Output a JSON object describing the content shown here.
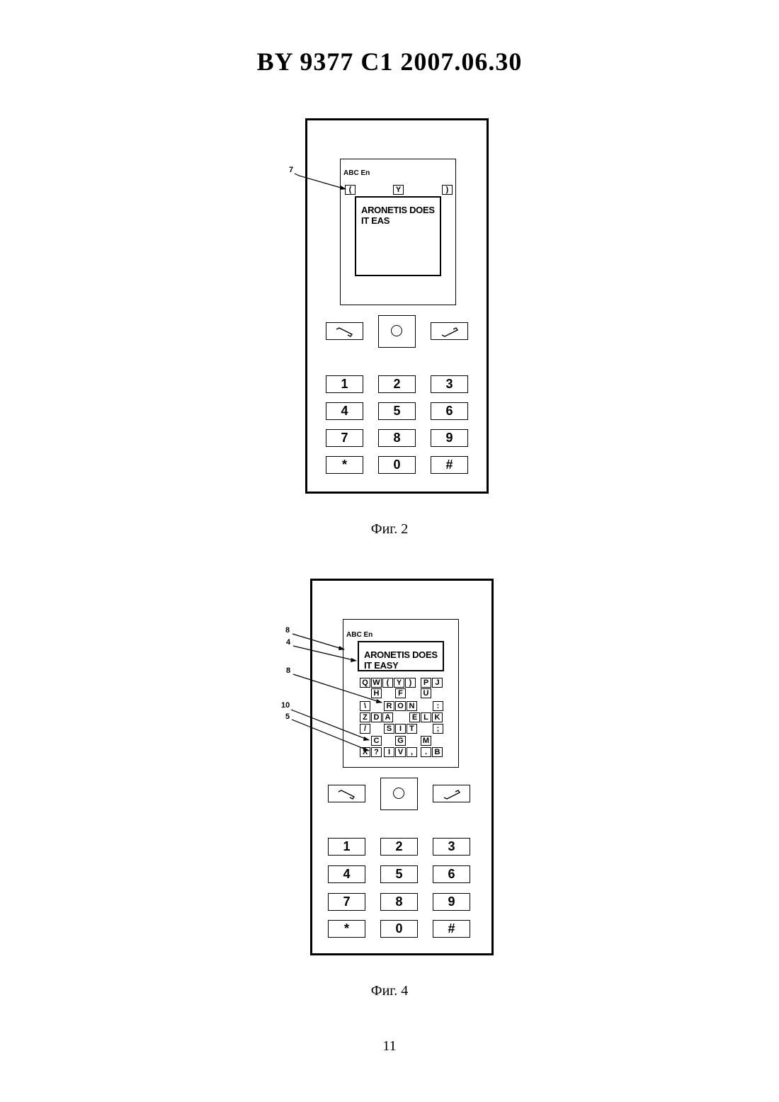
{
  "header": {
    "title": "BY  9377  C1  2007.06.30"
  },
  "fig2": {
    "caption": "Фиг. 2",
    "mode": "ABC  En",
    "ref_labels": {
      "r7": "7"
    },
    "cursor_row": {
      "left": "(",
      "mid": "Y",
      "right": ")"
    },
    "text_lines": [
      "ARONETIS DOES",
      "IT EAS"
    ],
    "keys": [
      "1",
      "2",
      "3",
      "4",
      "5",
      "6",
      "7",
      "8",
      "9",
      "*",
      "0",
      "#"
    ],
    "soft_keys": {
      "left": "call-end-icon",
      "right": "call-start-icon",
      "center": "nav-circle-icon"
    }
  },
  "fig4": {
    "caption": "Фиг. 4",
    "mode": "ABC  En",
    "ref_labels": {
      "r8a": "8",
      "r4": "4",
      "r8b": "8",
      "r10": "10",
      "r5": "5"
    },
    "text_lines": [
      "ARONETIS DOES",
      "IT EASY"
    ],
    "letters": {
      "q": "Q",
      "w": "W",
      "lp": "(",
      "y": "Y",
      "rp": ")",
      "p": "P",
      "j": "J",
      "h": "H",
      "f": "F",
      "u": "U",
      "bs": "\\",
      "r": "R",
      "o": "O",
      "n": "N",
      "colon": ":",
      "z": "Z",
      "d": "D",
      "a": "A",
      "e": "E",
      "l": "L",
      "k": "K",
      "slash": "/",
      "s": "S",
      "i": "I",
      "t": "T",
      "semi": ";",
      "c": "C",
      "g": "G",
      "m": "M",
      "x": "X",
      "qm": "?",
      "i2": "I",
      "v": "V",
      "comma": ",",
      "dot": ".",
      "b": "B"
    },
    "keys": [
      "1",
      "2",
      "3",
      "4",
      "5",
      "6",
      "7",
      "8",
      "9",
      "*",
      "0",
      "#"
    ],
    "soft_keys": {
      "left": "call-end-icon",
      "right": "call-start-icon",
      "center": "nav-circle-icon"
    }
  },
  "page": {
    "number": "11"
  }
}
